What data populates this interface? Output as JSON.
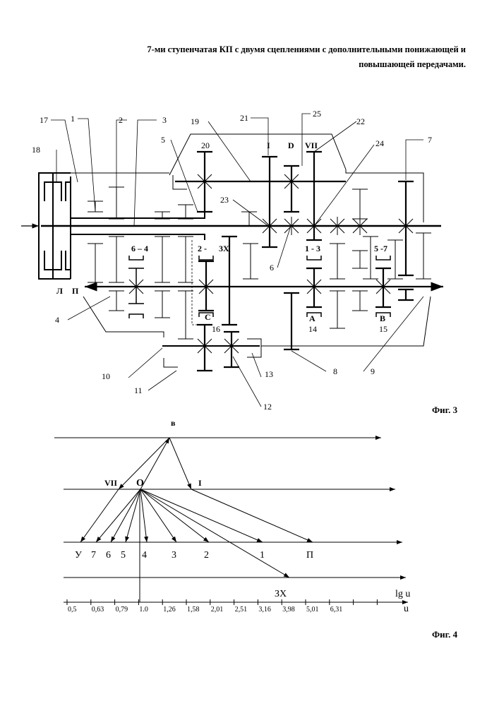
{
  "header": {
    "line1": "7-ми ступенчатая КП с двумя сцеплениями с дополнительными понижающей и",
    "line2": "повышающей передачами."
  },
  "fig3": {
    "caption": "Фиг. 3",
    "numbers": {
      "n1": "1",
      "n2": "2",
      "n3": "3",
      "n4": "4",
      "n5": "5",
      "n6": "6",
      "n7": "7",
      "n8": "8",
      "n9": "9",
      "n10": "10",
      "n11": "11",
      "n12": "12",
      "n13": "13",
      "n14": "14",
      "n15": "15",
      "n16": "16",
      "n17": "17",
      "n18": "18",
      "n19": "19",
      "n20": "20",
      "n21": "21",
      "n22": "22",
      "n23": "23",
      "n24": "24",
      "n25": "25"
    },
    "gear_marks": {
      "I": "I",
      "D": "D",
      "VII": "VII",
      "g64": "6 – 4",
      "g2": "2 -",
      "g3x": "3Х",
      "g13": "1 - 3",
      "g57": "5 -7",
      "C": "C",
      "A": "A",
      "B": "B",
      "L": "Л",
      "P": "П"
    }
  },
  "fig4": {
    "caption": "Фиг. 4",
    "top_label": "в",
    "O_label": "O",
    "VII_label": "VII",
    "I_label": "I",
    "gears": [
      "У",
      "7",
      "6",
      "5",
      "4",
      "3",
      "2",
      "1",
      "П"
    ],
    "reverse_label": "ЗХ",
    "axis_log_label": "lg u",
    "axis_label": "u",
    "ticks": [
      "0,5",
      "0,63",
      "0,79",
      "1.0",
      "1,26",
      "1,58",
      "2,01",
      "2,51",
      "3,16",
      "3,98",
      "5,01",
      "6,31"
    ]
  }
}
